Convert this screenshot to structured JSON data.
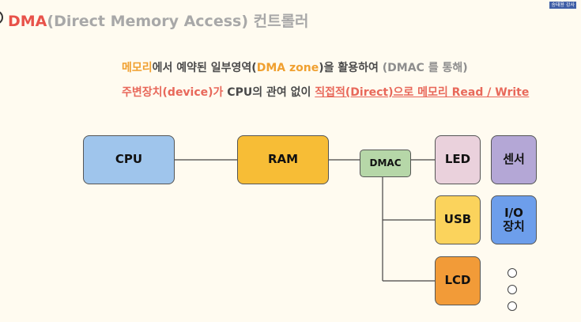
{
  "title": {
    "accent": "DMA",
    "rest": "(Direct Memory Access) 컨트롤러"
  },
  "badge": "송태용 강사",
  "line1": {
    "p1": "메모리",
    "p2": "에서 예약된 일부영역(",
    "p3": "DMA zone",
    "p4": ")을 활용하여 ",
    "p5": "(DMAC 를 통해)"
  },
  "line2": {
    "p1": "주변장치(device)가",
    "p2": " CPU의 관여 없이 ",
    "p3": "직접적(Direct)으로 메모리 Read / Write"
  },
  "diagram": {
    "cpu": "CPU",
    "ram": "RAM",
    "dmac": "DMAC",
    "led": "LED",
    "sensor": "센서",
    "usb": "USB",
    "io": "I/O\n장치",
    "lcd": "LCD"
  },
  "colors": {
    "cpu": "#9fc5ec",
    "ram": "#f7bd36",
    "dmac": "#b6d7a8",
    "led": "#ead1dc",
    "sensor": "#b4a7d6",
    "usb": "#fbd35c",
    "io": "#6d9eeb",
    "lcd": "#f29b38"
  }
}
